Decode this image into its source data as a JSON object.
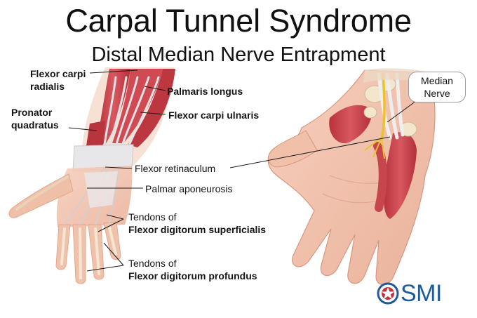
{
  "title": "Carpal Tunnel Syndrome",
  "subtitle": "Distal Median Nerve Entrapment",
  "labels": {
    "flexor_carpi_radialis": [
      "Flexor carpi",
      "radialis"
    ],
    "pronator_quadratus": [
      "Pronator",
      "quadratus"
    ],
    "palmaris_longus": "Palmaris longus",
    "flexor_carpi_ulnaris": "Flexor carpi ulnaris",
    "flexor_retinaculum": "Flexor retinaculum",
    "palmar_aponeurosis": "Palmar aponeurosis",
    "tendons_superficialis": [
      "Tendons of",
      "Flexor digitorum superficialis"
    ],
    "tendons_profundus": [
      "Tendons of",
      "Flexor digitorum profundus"
    ],
    "median_nerve": [
      "Median",
      "Nerve"
    ]
  },
  "logo": {
    "text": "SMI",
    "icon": "globe-icon"
  },
  "colors": {
    "muscle": "#c9424a",
    "tendon": "#dcdcdc",
    "skin": "#f3c2ad",
    "bone": "#f4e3c8",
    "nerve": "#e9c22c",
    "logo": "#1f5a9b",
    "text": "#141414"
  }
}
